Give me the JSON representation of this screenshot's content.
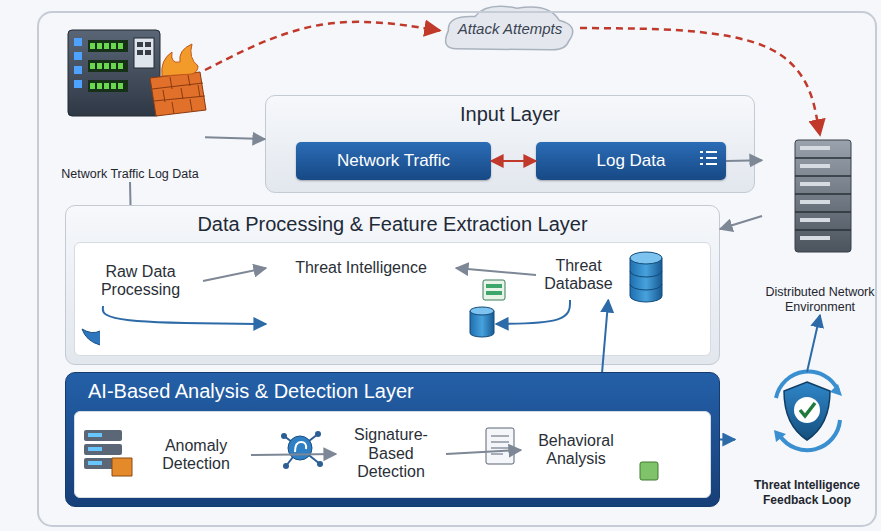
{
  "diagram": {
    "nodes": [
      {
        "text": [
          "Network Traffic Log Data"
        ]
      },
      {
        "text": [
          "Attack Attempts"
        ]
      },
      {
        "text": [
          "Input Layer"
        ]
      },
      {
        "text": [
          "Network Traffic"
        ],
        "in": 2
      },
      {
        "text": [
          "Log Data"
        ],
        "in": 2
      },
      {
        "text": [
          "Distributed Network Environment"
        ]
      },
      {
        "text": [
          "Data Processing & Feature Extraction Layer"
        ]
      },
      {
        "text": [
          "Raw Data Processing"
        ],
        "in": 6
      },
      {
        "text": [
          "Threat Intelligence"
        ],
        "in": 6
      },
      {
        "text": [
          "Threat Database"
        ],
        "in": 6
      },
      {
        "text": [
          "Raw Data Processing"
        ],
        "in": 6
      },
      {
        "text": [
          "AI-Based Analysis & Detection Layer"
        ]
      },
      {
        "text": [
          "Anomaly Detection"
        ],
        "in": 11
      },
      {
        "text": [
          "Signature-Based Detection"
        ],
        "in": 11
      },
      {
        "text": [
          "Behavioral Analysis"
        ],
        "in": 11
      },
      {
        "text": [
          "Threat Intelligence Feedback Loop"
        ]
      }
    ],
    "edges": [
      {
        "from": 0,
        "to": 1,
        "arrow": "to"
      },
      {
        "from": 1,
        "to": 5,
        "arrow": "to"
      },
      {
        "from": 0,
        "to": 2,
        "arrow": "to"
      },
      {
        "from": 3,
        "to": 4,
        "arrow": "both"
      },
      {
        "from": 4,
        "to": 5,
        "arrow": "to"
      },
      {
        "from": 5,
        "to": 6,
        "arrow": "to"
      },
      {
        "from": 0,
        "to": 6,
        "arrow": "none"
      },
      {
        "from": 7,
        "to": 8,
        "arrow": "to"
      },
      {
        "from": 9,
        "to": 8,
        "arrow": "to"
      },
      {
        "from": 9,
        "to": 10,
        "arrow": "to"
      },
      {
        "from": 7,
        "to": 10,
        "arrow": "to"
      },
      {
        "from": 12,
        "to": 13,
        "arrow": "to"
      },
      {
        "from": 13,
        "to": 14,
        "arrow": "to"
      },
      {
        "from": 11,
        "to": 15,
        "arrow": "to"
      },
      {
        "from": 15,
        "to": 5,
        "arrow": "to"
      },
      {
        "from": 11,
        "to": 9,
        "arrow": "to"
      }
    ]
  }
}
